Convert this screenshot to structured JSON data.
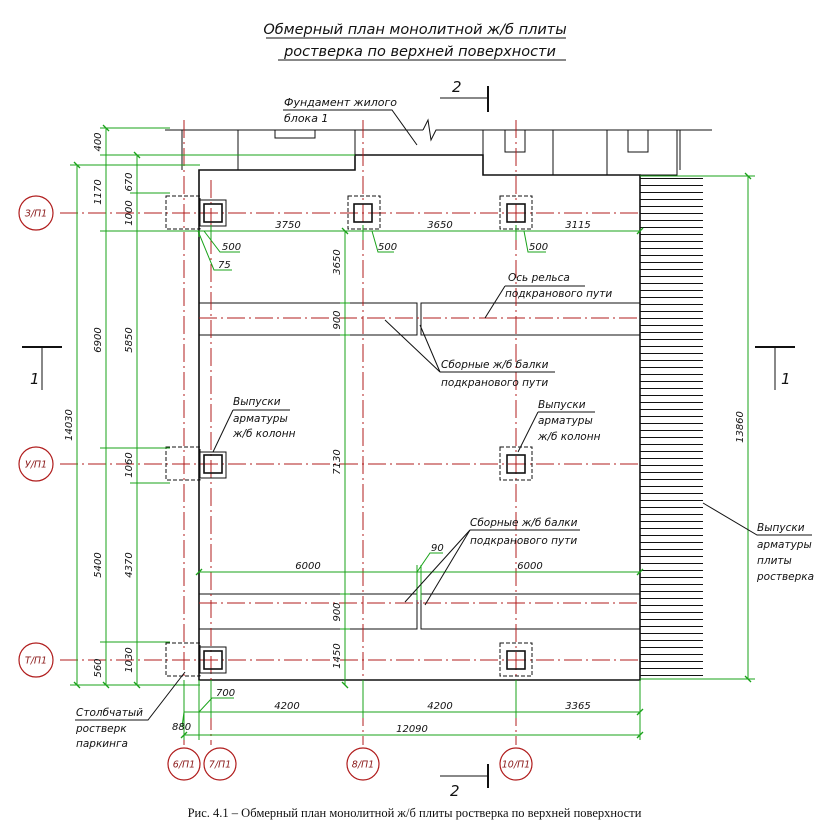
{
  "title": {
    "line1": "Обмерный план монолитной ж/б плиты",
    "line2": "ростверка по верхней поверхности"
  },
  "section_marks": {
    "top": "2",
    "bottom": "2",
    "left": "1",
    "right": "1"
  },
  "axes": {
    "rows": [
      "З/П1",
      "У/П1",
      "Т/П1"
    ],
    "columns": [
      "6/П1",
      "7/П1",
      "8/П1",
      "10/П1"
    ]
  },
  "labels": {
    "foundation_line1": "Фундамент жилого",
    "foundation_line2": "блока 1",
    "rail_line1": "Ось рельса",
    "rail_line2": "подкранового пути",
    "beams_top_line1": "Сборные ж/б балки",
    "beams_top_line2": "подкранового пути",
    "beams_bot_line1": "Сборные ж/б балки",
    "beams_bot_line2": "подкранового пути",
    "outlets_left_1": "Выпуски",
    "outlets_left_2": "арматуры",
    "outlets_left_3": "ж/б колонн",
    "outlets_right_1": "Выпуски",
    "outlets_right_2": "арматуры",
    "outlets_right_3": "ж/б колонн",
    "slab_out_1": "Выпуски",
    "slab_out_2": "арматуры",
    "slab_out_3": "плиты",
    "slab_out_4": "ростверка",
    "pile_cap_1": "Столбчатый",
    "pile_cap_2": "ростверк",
    "pile_cap_3": "паркинга"
  },
  "dimensions": {
    "d400": "400",
    "d1170": "1170",
    "d670": "670",
    "d1000": "1000",
    "d6900": "6900",
    "d5850": "5850",
    "d14030": "14030",
    "d1060": "1060",
    "d5400": "5400",
    "d4370": "4370",
    "d1030": "1030",
    "d560": "560",
    "d3750": "3750",
    "d3650h": "3650",
    "d3115": "3115",
    "d500a": "500",
    "d500b": "500",
    "d500c": "500",
    "d75": "75",
    "d3650v": "3650",
    "d900a": "900",
    "d7130": "7130",
    "d900b": "900",
    "d1450": "1450",
    "d6000a": "6000",
    "d6000b": "6000",
    "d90": "90",
    "d700": "700",
    "d880": "880",
    "d4200a": "4200",
    "d4200b": "4200",
    "d3365": "3365",
    "d12090": "12090",
    "d13860": "13860"
  },
  "caption": "Рис. 4.1 – Обмерный план монолитной ж/б плиты ростверка по верхней поверхности",
  "colors": {
    "dimension": "#1aa31a",
    "axis": "#b01c1c",
    "outline": "#111111"
  }
}
